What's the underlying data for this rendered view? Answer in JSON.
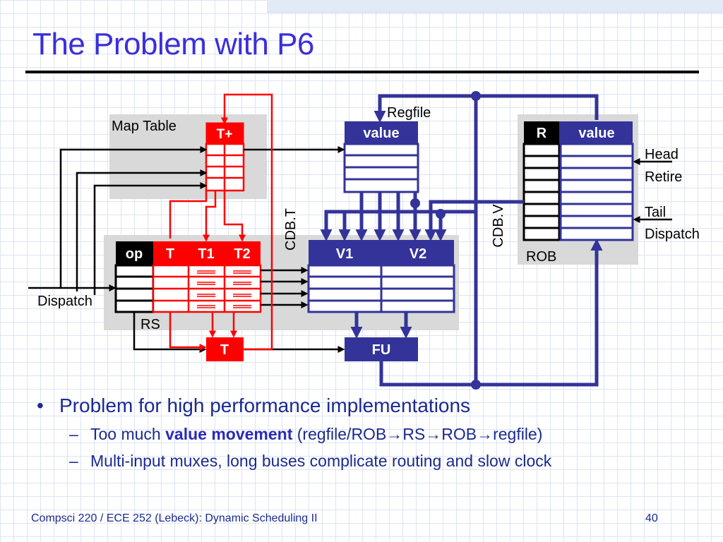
{
  "slide": {
    "title": "The Problem with P6",
    "page_number": "40",
    "footer": "Compsci 220 / ECE 252 (Lebeck): Dynamic Scheduling II"
  },
  "diagram": {
    "map_table": {
      "label": "Map Table",
      "header": "T+"
    },
    "regfile": {
      "label": "Regfile",
      "header": "value"
    },
    "rob": {
      "label": "ROB",
      "col_r": "R",
      "col_value": "value",
      "head": "Head",
      "retire": "Retire",
      "tail": "Tail",
      "dispatch": "Dispatch"
    },
    "rs": {
      "label": "RS",
      "col_op": "op",
      "col_t": "T",
      "col_t1": "T1",
      "col_t2": "T2",
      "col_v1": "V1",
      "col_v2": "V2",
      "dispatch": "Dispatch"
    },
    "t_box": "T",
    "fu_box": "FU",
    "cdb_t": "CDB.T",
    "cdb_v": "CDB.V"
  },
  "bullets": {
    "main": "Problem for high performance implementations",
    "sub1_prefix": "Too much ",
    "sub1_bold": "value movement",
    "sub1_suffix": " (regfile/ROB→RS→ROB→regfile)",
    "sub2": "Multi-input muxes, long buses complicate routing and slow clock"
  },
  "colors": {
    "title": "#3b2fd9",
    "red": "#ff0000",
    "navy": "#333399",
    "panel": "#d9d9d9"
  }
}
